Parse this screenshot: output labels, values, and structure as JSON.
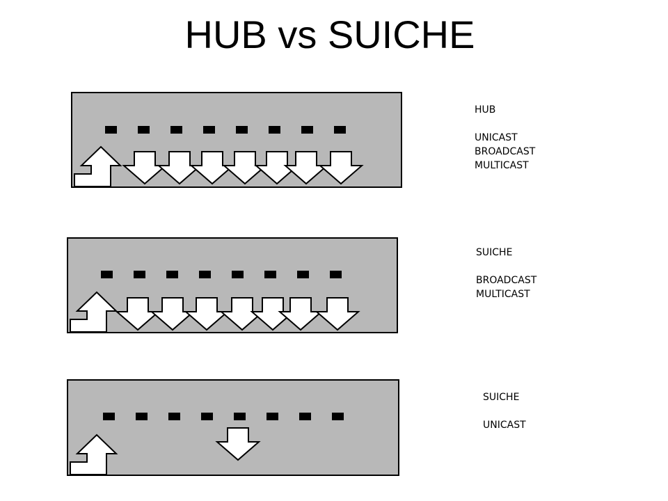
{
  "title": "HUB vs SUICHE",
  "panels": [
    {
      "heading": "HUB",
      "modes": [
        "UNICAST",
        "BROADCAST",
        "MULTICAST"
      ],
      "ports": 8,
      "receiving_ports": 7
    },
    {
      "heading": "SUICHE",
      "modes": [
        "BROADCAST",
        "MULTICAST"
      ],
      "ports": 8,
      "receiving_ports": 7
    },
    {
      "heading": "SUICHE",
      "modes": [
        "UNICAST"
      ],
      "ports": 8,
      "receiving_ports": 1
    }
  ],
  "colors": {
    "panel_fill": "#b8b8b8",
    "port": "#000000",
    "arrow_fill": "#ffffff",
    "outline": "#000000"
  }
}
